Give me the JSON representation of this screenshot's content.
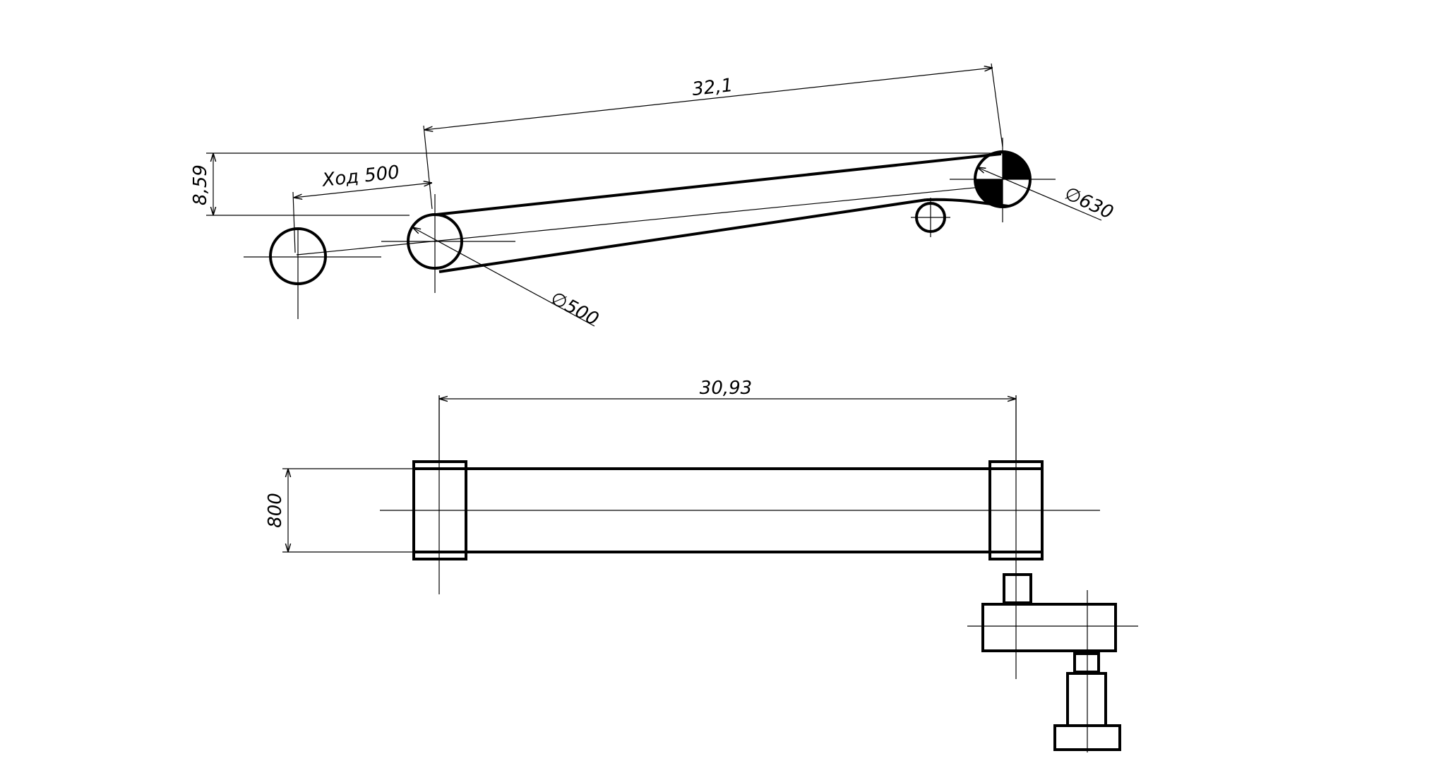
{
  "top_view": {
    "dim_length": "32,1",
    "dim_height": "8,59",
    "dim_travel": "Ход 500",
    "dim_tail_diameter": "∅500",
    "dim_head_diameter": "∅630"
  },
  "side_view": {
    "dim_length": "30,93",
    "dim_width": "800"
  },
  "colors": {
    "line": "#000000",
    "background": "#ffffff"
  }
}
